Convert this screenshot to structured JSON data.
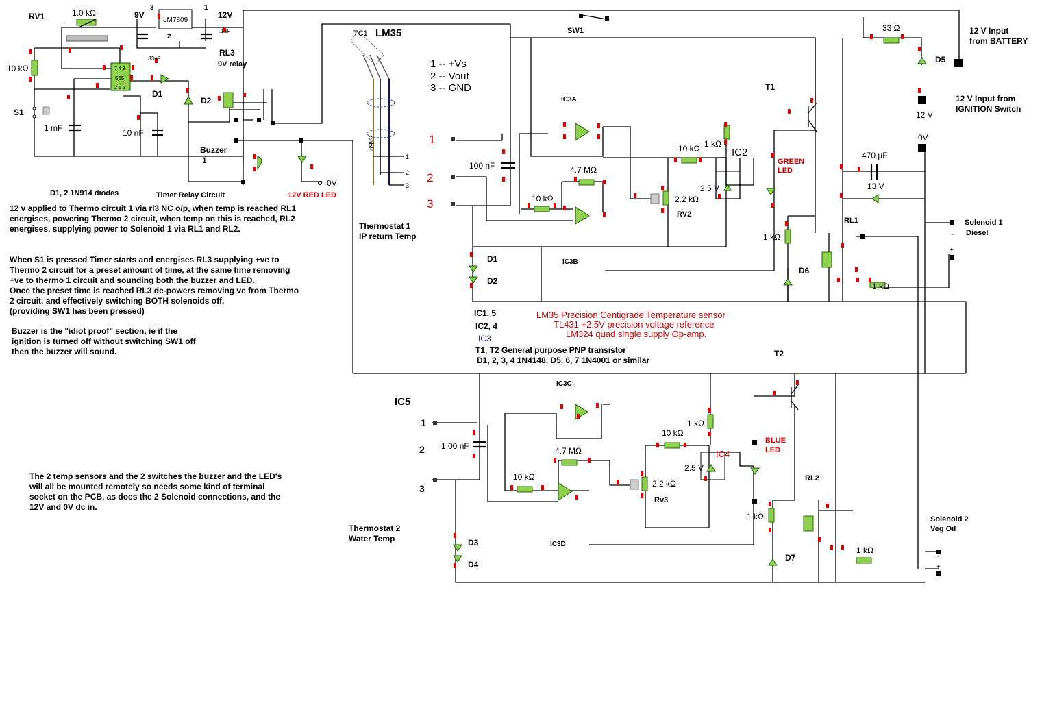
{
  "labels": {
    "rv1": "RV1",
    "pot_1m": "1.0 kΩ",
    "v9": "9V",
    "reg_pin3": "3",
    "regulator": "LM7809",
    "reg_pin2": "2",
    "reg_pin1": "1",
    "v12_top": "12V",
    "cap_1uf": ".1uF",
    "cap_33uf": ".33uF",
    "rl3": "RL3",
    "rl3_type": "9V relay",
    "r10k_timer": "10 kΩ",
    "d1_timer": "D1",
    "d2_timer": "D2",
    "s1": "S1",
    "cap_1mf": "1 mF",
    "cap_10nf": "10 nF",
    "buzzer": "Buzzer",
    "buzzer_num": "1",
    "diodes_note": "D1, 2 1N914 diodes",
    "timer_title": "Timer Relay Circuit",
    "red_led": "12V RED LED",
    "zero_v_timer": "0V",
    "ic555": "555",
    "tc1": "TC1",
    "lm35": "LM35",
    "cable": "cable",
    "pin_legend_1": "1 -- +Vs",
    "pin_legend_2": "2 -- Vout",
    "pin_legend_3": "3 -- GND",
    "sensor_pin1": "1",
    "sensor_pin2": "2",
    "sensor_pin3": "3",
    "sw1": "SW1",
    "r33": "33 Ω",
    "batt_in": "12 V Input\nfrom BATTERY",
    "d5": "D5",
    "ign_in": "12 V Input from\nIGNITION Switch",
    "v12_ign": "12 V",
    "v0": "0V",
    "t1": "T1",
    "ic3a": "IC3A",
    "ic3b": "IC3B",
    "in1": "1",
    "in2": "2",
    "in3": "3",
    "c100n_1": "100 nF",
    "r47m_1": "4.7 MΩ",
    "r10k_a": "10 kΩ",
    "r10k_b": "10 kΩ",
    "r1k_a": "1 kΩ",
    "ic2": "IC2",
    "v25_a": "2.5 V",
    "r22k_a": "2.2 kΩ",
    "rv2": "RV2",
    "green_led": "GREEN\nLED",
    "c470": "470 µF",
    "v13": "13 V",
    "rl1": "RL1",
    "sol1": "Solenoid 1\nDiesel",
    "minus1": "-",
    "plus1": "+",
    "r1k_led1": "1 kΩ",
    "d6": "D6",
    "r1k_rl1": "1 kΩ",
    "thermo1": "Thermostat 1\nIP return Temp",
    "d1": "D1",
    "d2": "D2",
    "ic15": "IC1, 5",
    "ic24": "IC2, 4",
    "ic3": "IC3",
    "lm35_desc": "LM35  Precision Centigrade Temperature sensor",
    "tl431_desc": "TL431  +2.5V precision voltage reference",
    "lm324_desc": "LM324  quad single supply Op-amp.",
    "trans_desc": "T1, T2 General purpose PNP transistor",
    "diode_desc": "D1, 2, 3, 4 1N4148, D5, 6, 7 1N4001 or similar",
    "t2": "T2",
    "ic5": "IC5",
    "ic3c": "IC3C",
    "ic3d": "IC3D",
    "in1b": "1",
    "in2b": "2",
    "in3b": "3",
    "c100n_2": "1 00 nF",
    "r47m_2": "4.7 MΩ",
    "r10k_c": "10 kΩ",
    "r10k_d": "10 kΩ",
    "r1k_b": "1 kΩ",
    "ic4": "IC4",
    "v25_b": "2.5 V",
    "r22k_b": "2.2 kΩ",
    "rv3": "Rv3",
    "blue_led": "BLUE\nLED",
    "rl2": "RL2",
    "sol2": "Solenoid 2\nVeg Oil",
    "minus2": "-",
    "plus2": "+",
    "r1k_led2": "1 kΩ",
    "d7": "D7",
    "r1k_rl2": "1 kΩ",
    "thermo2": "Thermostat 2\nWater Temp",
    "d3": "D3",
    "d4": "D4"
  },
  "notes": {
    "note1": "12 v applied to Thermo circuit 1 via rl3 NC o/p, when temp is reached RL1\nenergises, powering Thermo 2 circuit, when temp on this is reached, RL2\nenergises, supplying power to Solenoid 1 via RL1 and RL2.",
    "note2": "When S1 is pressed Timer starts and energises RL3 supplying +ve to\nThermo 2 circuit for a preset amount of time, at the same time removing\n+ve to thermo 1 circuit and sounding both the buzzer and LED.\nOnce the preset time is reached RL3 de-powers removing ve from Thermo\n2 circuit, and effectively switching BOTH solenoids off.\n(providing SW1 has been pressed)",
    "note3": "Buzzer is the \"idiot proof\" section, ie if the\nignition is turned off without switching SW1 off\nthen the buzzer will sound.",
    "note4": "The 2 temp sensors and the 2 switches the buzzer and the LED's\nwill all be mounted remotely so needs some kind of terminal\nsocket on the PCB, as does the 2 Solenoid connections, and the\n12V and 0V dc in."
  },
  "colors": {
    "component_green": "#8fd04f",
    "pin_red": "#e30000",
    "label_red": "#d40000",
    "wire": "#000000"
  }
}
